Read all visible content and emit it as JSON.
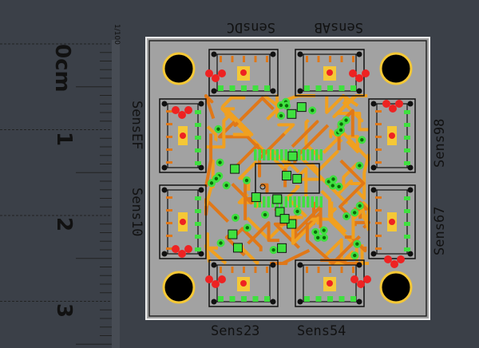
{
  "ruler": {
    "unit_label": "0cm",
    "scale_label": "1/100",
    "major_ticks": [
      "1",
      "2",
      "3"
    ]
  },
  "board": {
    "labels": {
      "top_left": "SensDC",
      "top_right": "SensAB",
      "bottom_left": "Sens23",
      "bottom_right": "Sens54",
      "left_top": "SensEF",
      "left_bottom": "Sens10",
      "right_top": "Sens98",
      "right_bottom": "Sens67"
    }
  },
  "colors": {
    "background": "#3b4048",
    "board": "#a2a2a2",
    "trace": "#f0a020",
    "trace_dark": "#e07818",
    "pad": "#3fe03f",
    "via_red": "#ee2222",
    "silk": "#000000",
    "hole_ring": "#f5c836"
  }
}
